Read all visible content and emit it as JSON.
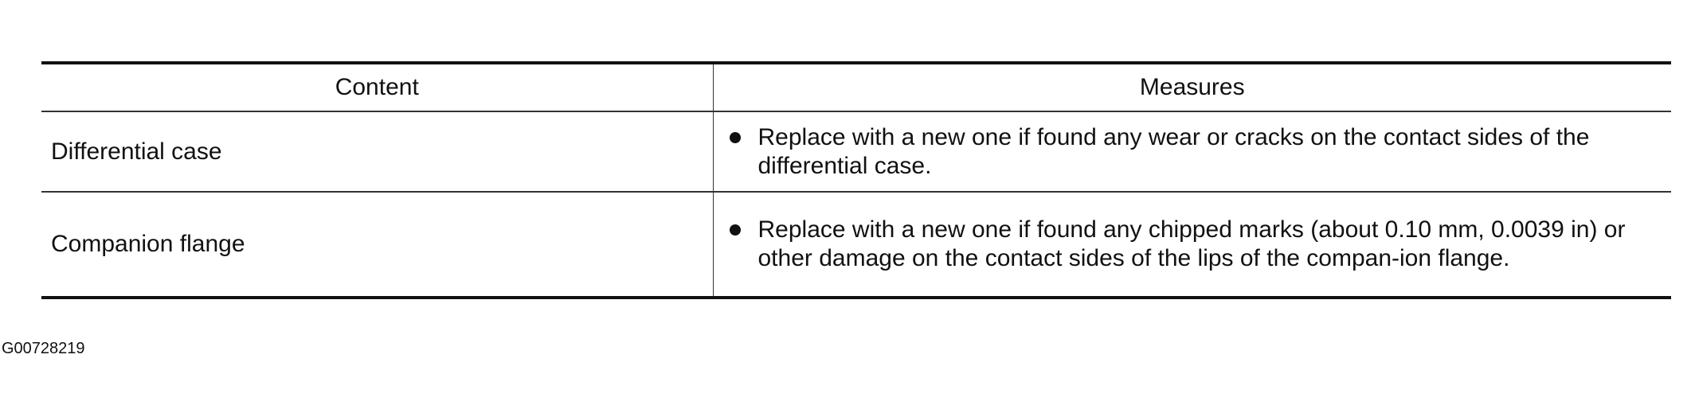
{
  "table": {
    "headers": [
      "Content",
      "Measures"
    ],
    "rows": [
      {
        "content": "Differential case",
        "measure": "Replace with a new one if found any wear or cracks on the contact sides of the differential case."
      },
      {
        "content": "Companion flange",
        "measure": "Replace with a new one if found any chipped marks (about 0.10 mm, 0.0039 in) or other damage on the contact sides of the lips of the compan-ion flange."
      }
    ]
  },
  "footer": {
    "code": "G00728219"
  }
}
